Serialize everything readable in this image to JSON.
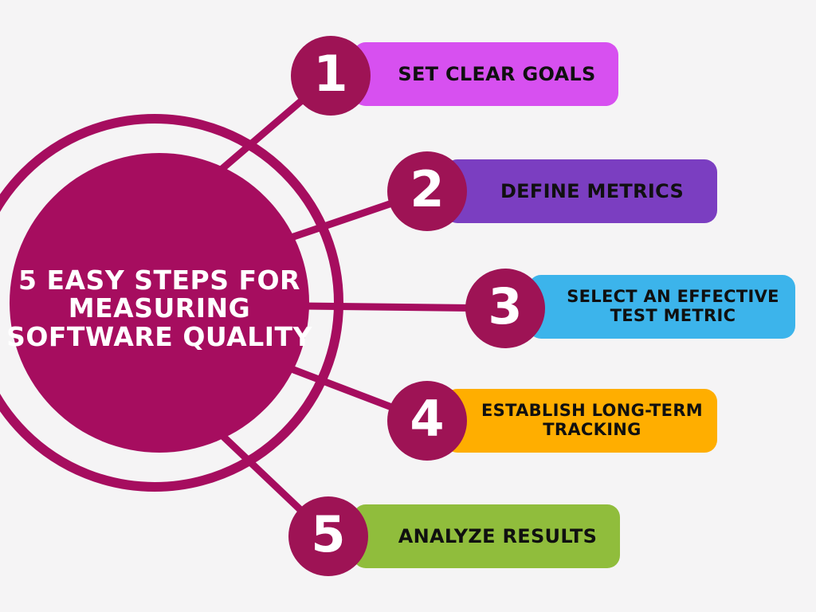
{
  "colors": {
    "background": "#F5F4F5",
    "main_circle": "#A60D5F",
    "ring": "#A60D5F",
    "connector_line": "#A60D5F",
    "badge": "#9E1355",
    "badge_number_text": "#FFFFFF",
    "center_text": "#FFFFFF",
    "bar_text": "#101010"
  },
  "center": {
    "title_lines": [
      "5 EASY STEPS FOR",
      "MEASURING",
      "SOFTWARE QUALITY"
    ]
  },
  "steps": [
    {
      "number": "1",
      "label": "SET CLEAR GOALS",
      "bar_color": "#D750F0"
    },
    {
      "number": "2",
      "label": "DEFINE METRICS",
      "bar_color": "#7B3EC1"
    },
    {
      "number": "3",
      "label": "SELECT AN EFFECTIVE TEST METRIC",
      "bar_color": "#3CB4EB"
    },
    {
      "number": "4",
      "label": "ESTABLISH LONG-TERM TRACKING",
      "bar_color": "#FFAE00"
    },
    {
      "number": "5",
      "label": "ANALYZE RESULTS",
      "bar_color": "#90BD3C"
    }
  ]
}
